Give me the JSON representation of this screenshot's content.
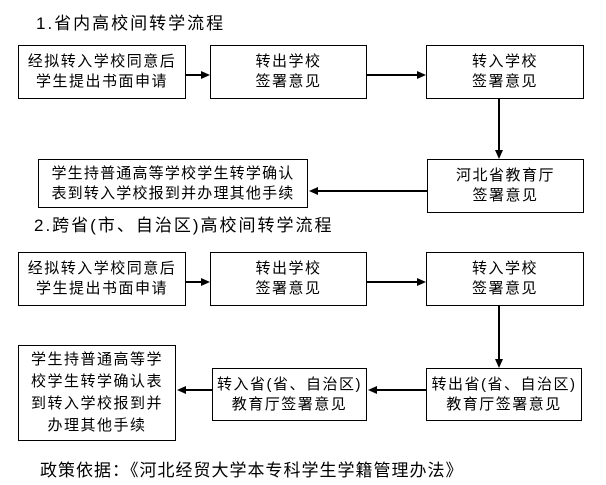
{
  "titles": {
    "flow1": "1.省内高校间转学流程",
    "flow2": "2.跨省(市、自治区)高校间转学流程"
  },
  "footer": "政策依据：《河北经贸大学本专科学生学籍管理办法》",
  "f1": {
    "apply": [
      "经拟转入学校同意后",
      "学生提出书面申请"
    ],
    "out_school": [
      "转出学校",
      "签署意见"
    ],
    "in_school": [
      "转入学校",
      "签署意见"
    ],
    "edu_dept": [
      "河北省教育厅",
      "签署意见"
    ],
    "report": [
      "学生持普通高等学校学生转学确认",
      "表到转入学校报到并办理其他手续"
    ]
  },
  "f2": {
    "apply": [
      "经拟转入学校同意后",
      "学生提出书面申请"
    ],
    "out_school": [
      "转出学校",
      "签署意见"
    ],
    "in_school": [
      "转入学校",
      "签署意见"
    ],
    "out_province": [
      "转出省(省、自治区)",
      "教育厅签署意见"
    ],
    "in_province": [
      "转入省(省、自治区)",
      "教育厅签署意见"
    ],
    "report": [
      "学生持普通高等学",
      "校学生转学确认表",
      "到转入学校报到并",
      "办理其他手续"
    ]
  },
  "colors": {
    "line": "#000000",
    "background": "#ffffff"
  }
}
